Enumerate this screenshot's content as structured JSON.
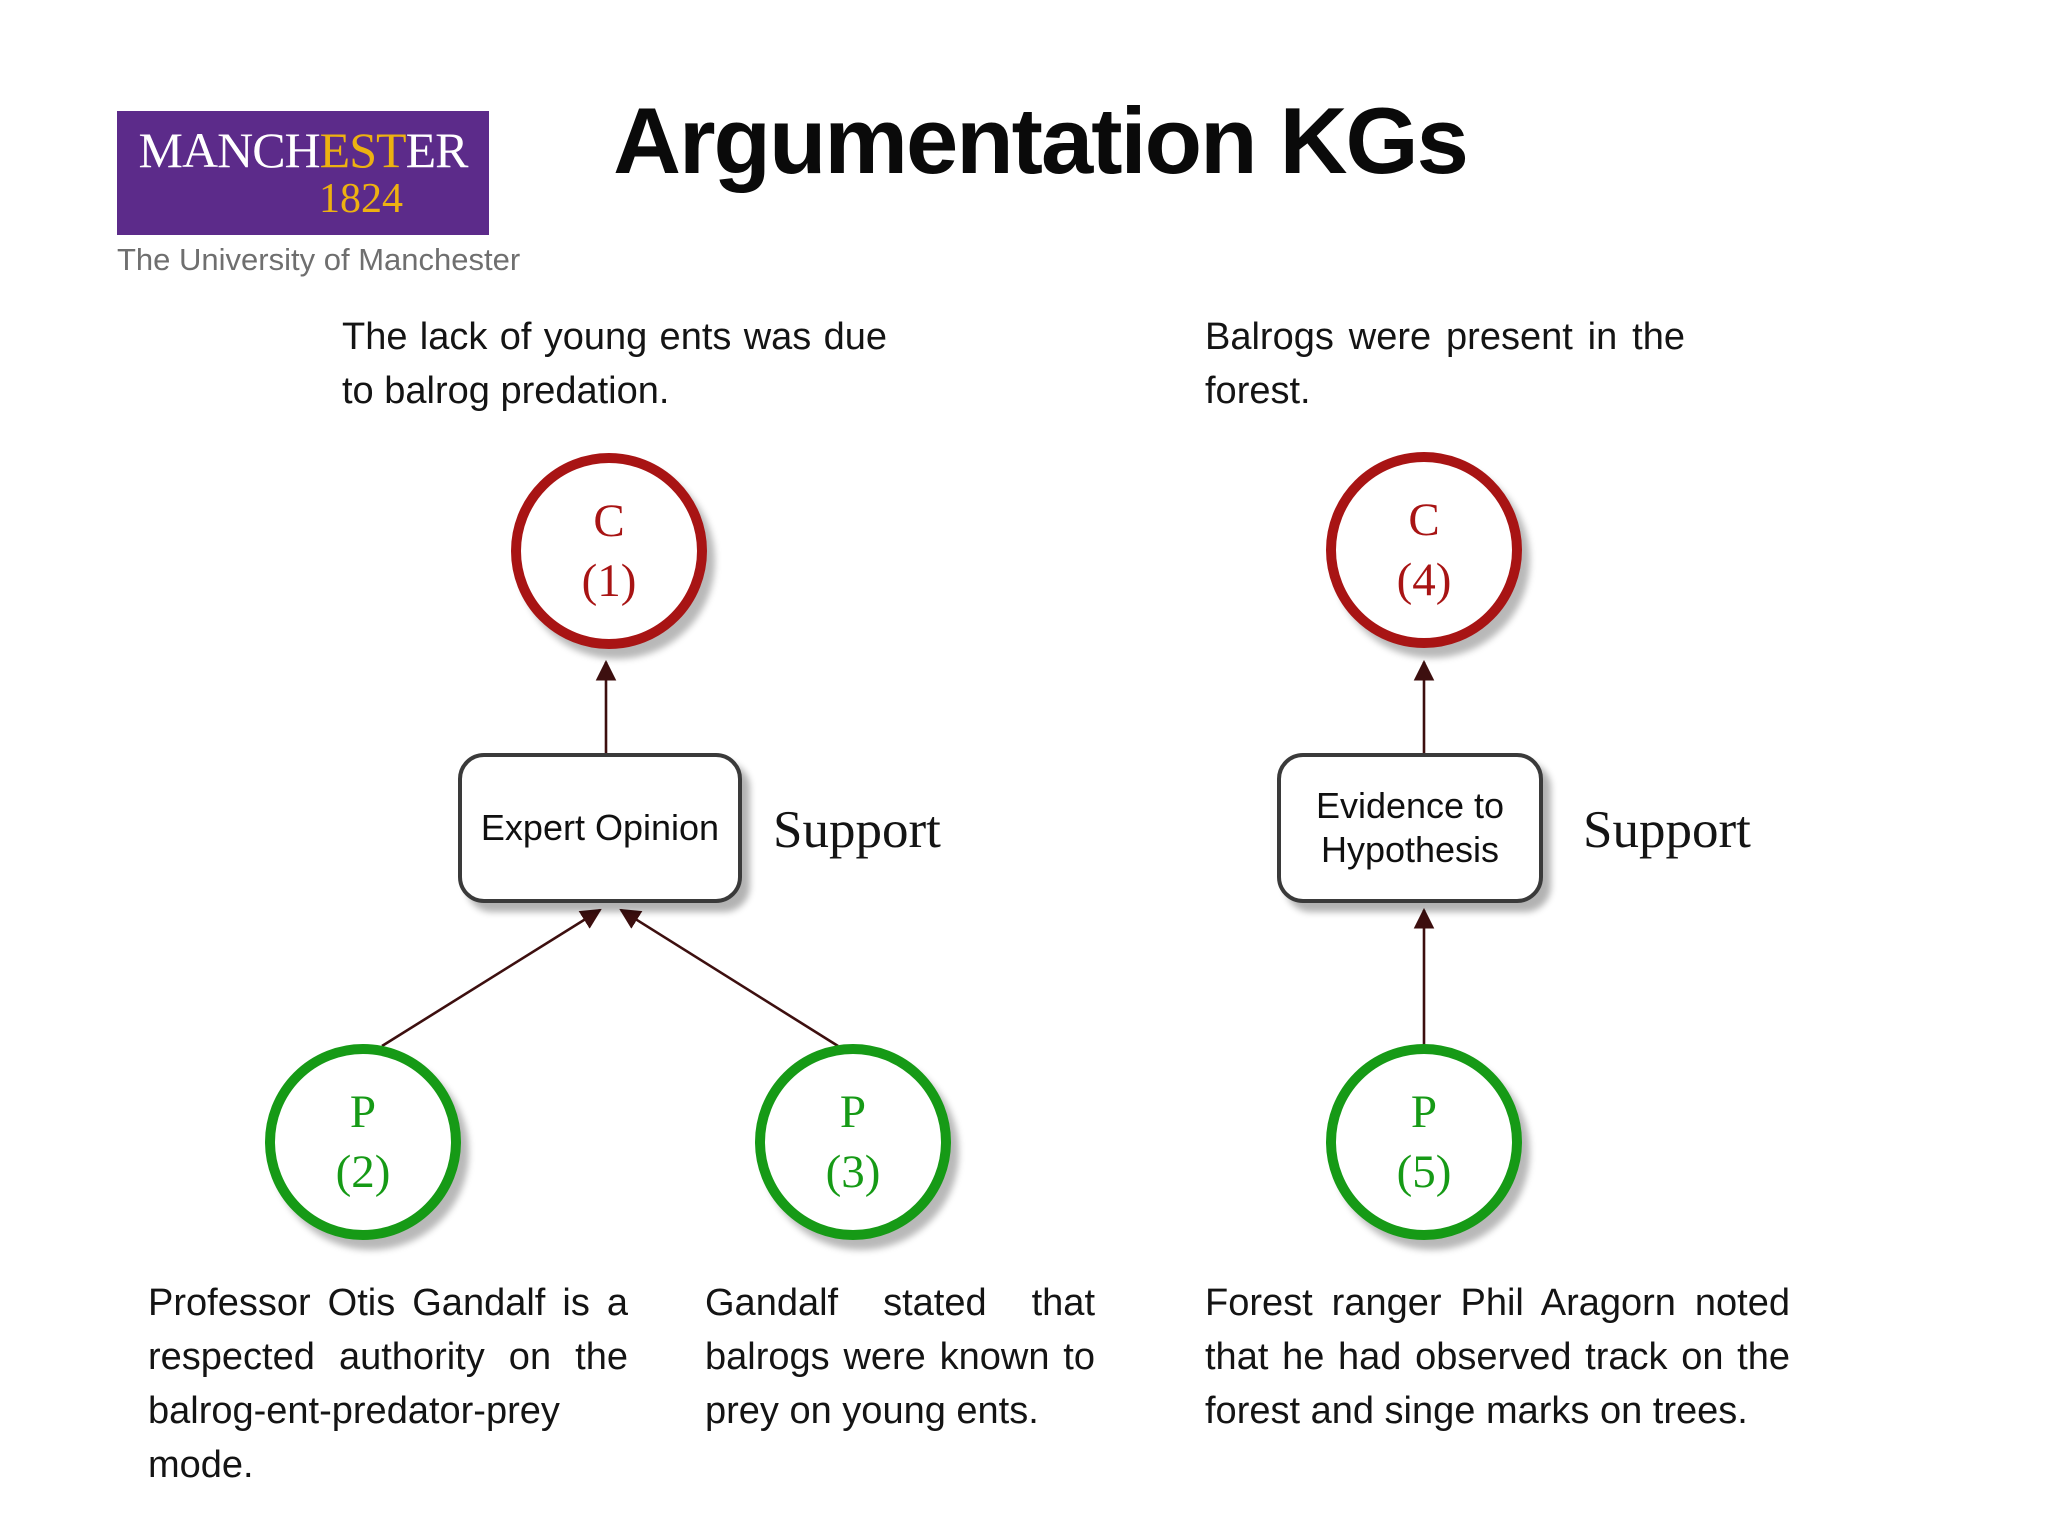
{
  "logo": {
    "wordmark_pre": "MANCH",
    "wordmark_gold": "EST",
    "wordmark_post": "ER",
    "year": "1824",
    "tagline": "The University of Manchester"
  },
  "title": "Argumentation KGs",
  "colors": {
    "logo_purple": "#5c2b8a",
    "logo_gold": "#edb111",
    "conclusion_red": "#a81414",
    "premise_green": "#169a16",
    "arrow_maroon": "#3d0f0f",
    "scheme_border_gray": "#3a3a3a"
  },
  "arguments": [
    {
      "claim_text": "The lack of young ents was due to balrog predation.",
      "conclusion": {
        "letter": "C",
        "number": "(1)"
      },
      "scheme_label": "Expert Opinion",
      "relation_label": "Support",
      "premises": [
        {
          "letter": "P",
          "number": "(2)",
          "text": "Professor Otis Gandalf is a respected authority on the balrog-ent-predator-prey mode."
        },
        {
          "letter": "P",
          "number": "(3)",
          "text": "Gandalf stated that balrogs were known to prey on young ents."
        }
      ]
    },
    {
      "claim_text": "Balrogs were present in the forest.",
      "conclusion": {
        "letter": "C",
        "number": "(4)"
      },
      "scheme_label": "Evidence to Hypothesis",
      "relation_label": "Support",
      "premises": [
        {
          "letter": "P",
          "number": "(5)",
          "text": "Forest ranger Phil Aragorn noted that he had observed track on the forest and singe marks on trees."
        }
      ]
    }
  ]
}
